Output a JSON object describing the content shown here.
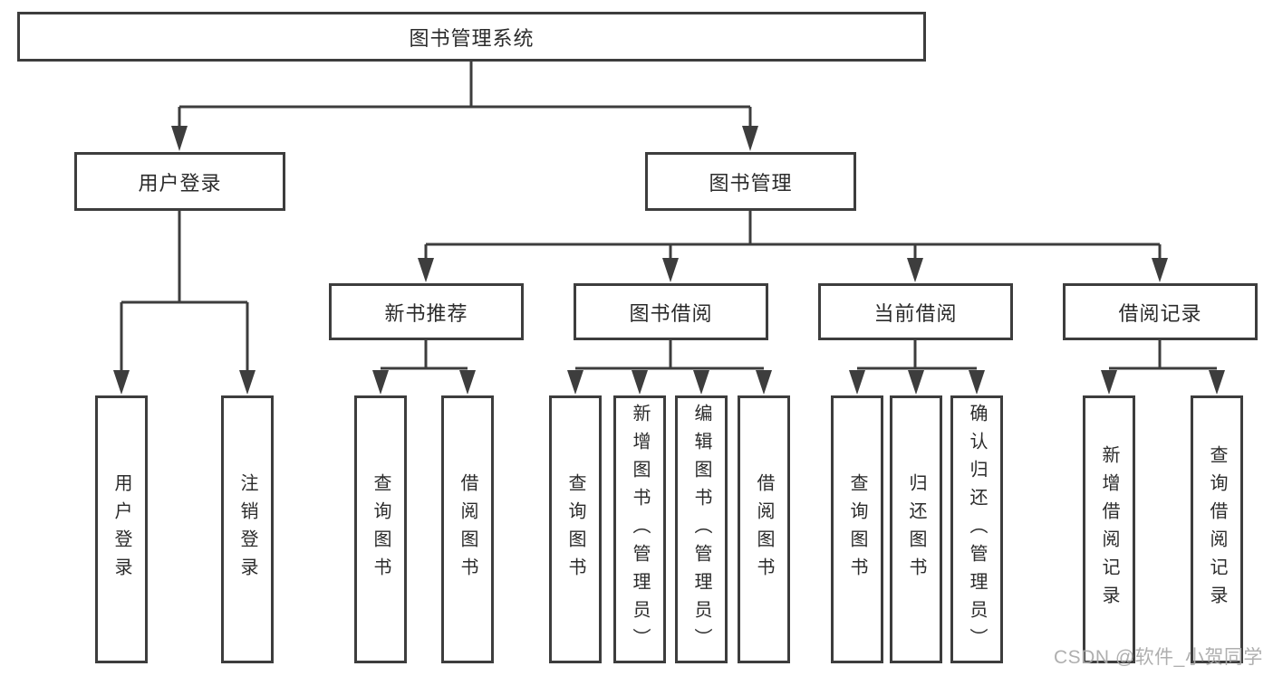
{
  "diagram": {
    "type": "hierarchy-chart",
    "nodes": {
      "root": "图书管理系统",
      "level2": {
        "user_login": "用户登录",
        "book_mgmt": "图书管理"
      },
      "level3": {
        "new_book": "新书推荐",
        "book_borrow": "图书借阅",
        "current_borrow": "当前借阅",
        "borrow_records": "借阅记录"
      },
      "leaves": {
        "ul_login": "用户登录",
        "ul_logout": "注销登录",
        "nb_query": "查询图书",
        "nb_borrow": "借阅图书",
        "bb_query": "查询图书",
        "bb_add": "新增图书（管理员）",
        "bb_edit": "编辑图书（管理员）",
        "bb_borrow": "借阅图书",
        "cb_query": "查询图书",
        "cb_return": "归还图书",
        "cb_confirm": "确认归还（管理员）",
        "br_add": "新增借阅记录",
        "br_query": "查询借阅记录"
      }
    },
    "colors": {
      "line": "#3d3d3d",
      "text": "#2b2b2b",
      "background": "#ffffff",
      "watermark": "#ababab"
    }
  },
  "watermark": "CSDN @软件_小贺同学"
}
